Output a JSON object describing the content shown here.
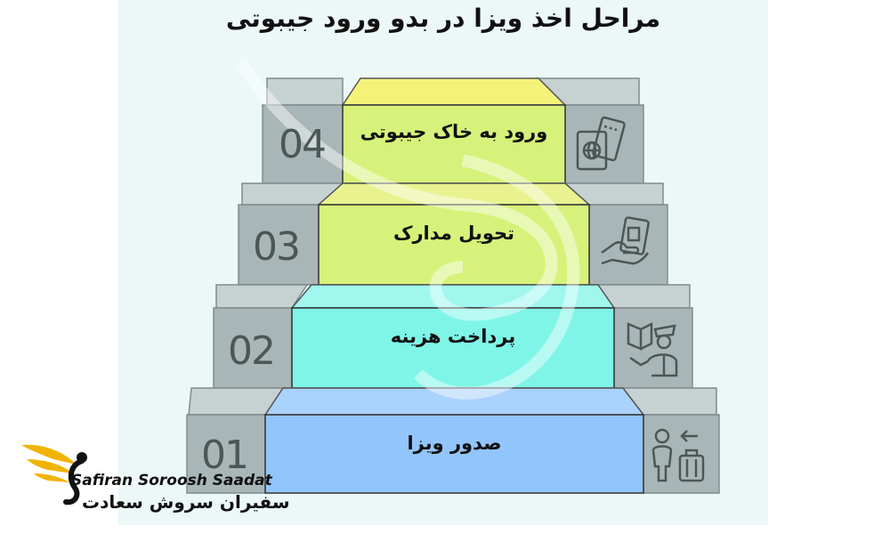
{
  "title": "مراحل اخذ ویزا در بدو ورود جیبوتی",
  "steps": [
    {
      "number": "04",
      "label": "صدور ویزا",
      "color": "#d7f27a",
      "icon": "passport-ticket-icon"
    },
    {
      "number": "03",
      "label": "پرداخت هزینه",
      "color": "#d7f27a",
      "icon": "hand-card-payment-icon"
    },
    {
      "number": "02",
      "label": "تحویل مدارک",
      "color": "#7ff5e8",
      "icon": "officer-document-icon"
    },
    {
      "number": "01",
      "label": "ورود به خاک جیبوتی",
      "color": "#92c5fb",
      "icon": "traveler-luggage-icon"
    }
  ],
  "brand": {
    "name_en": "Safiran Soroosh Saadat",
    "name_fa": "سفیران سروش سعادت"
  },
  "colors": {
    "panel_bg": "#ecf8f8",
    "stone": "#a9b6b7",
    "stone_light": "#c6d1d2",
    "logo_gold": "#f0b400"
  }
}
